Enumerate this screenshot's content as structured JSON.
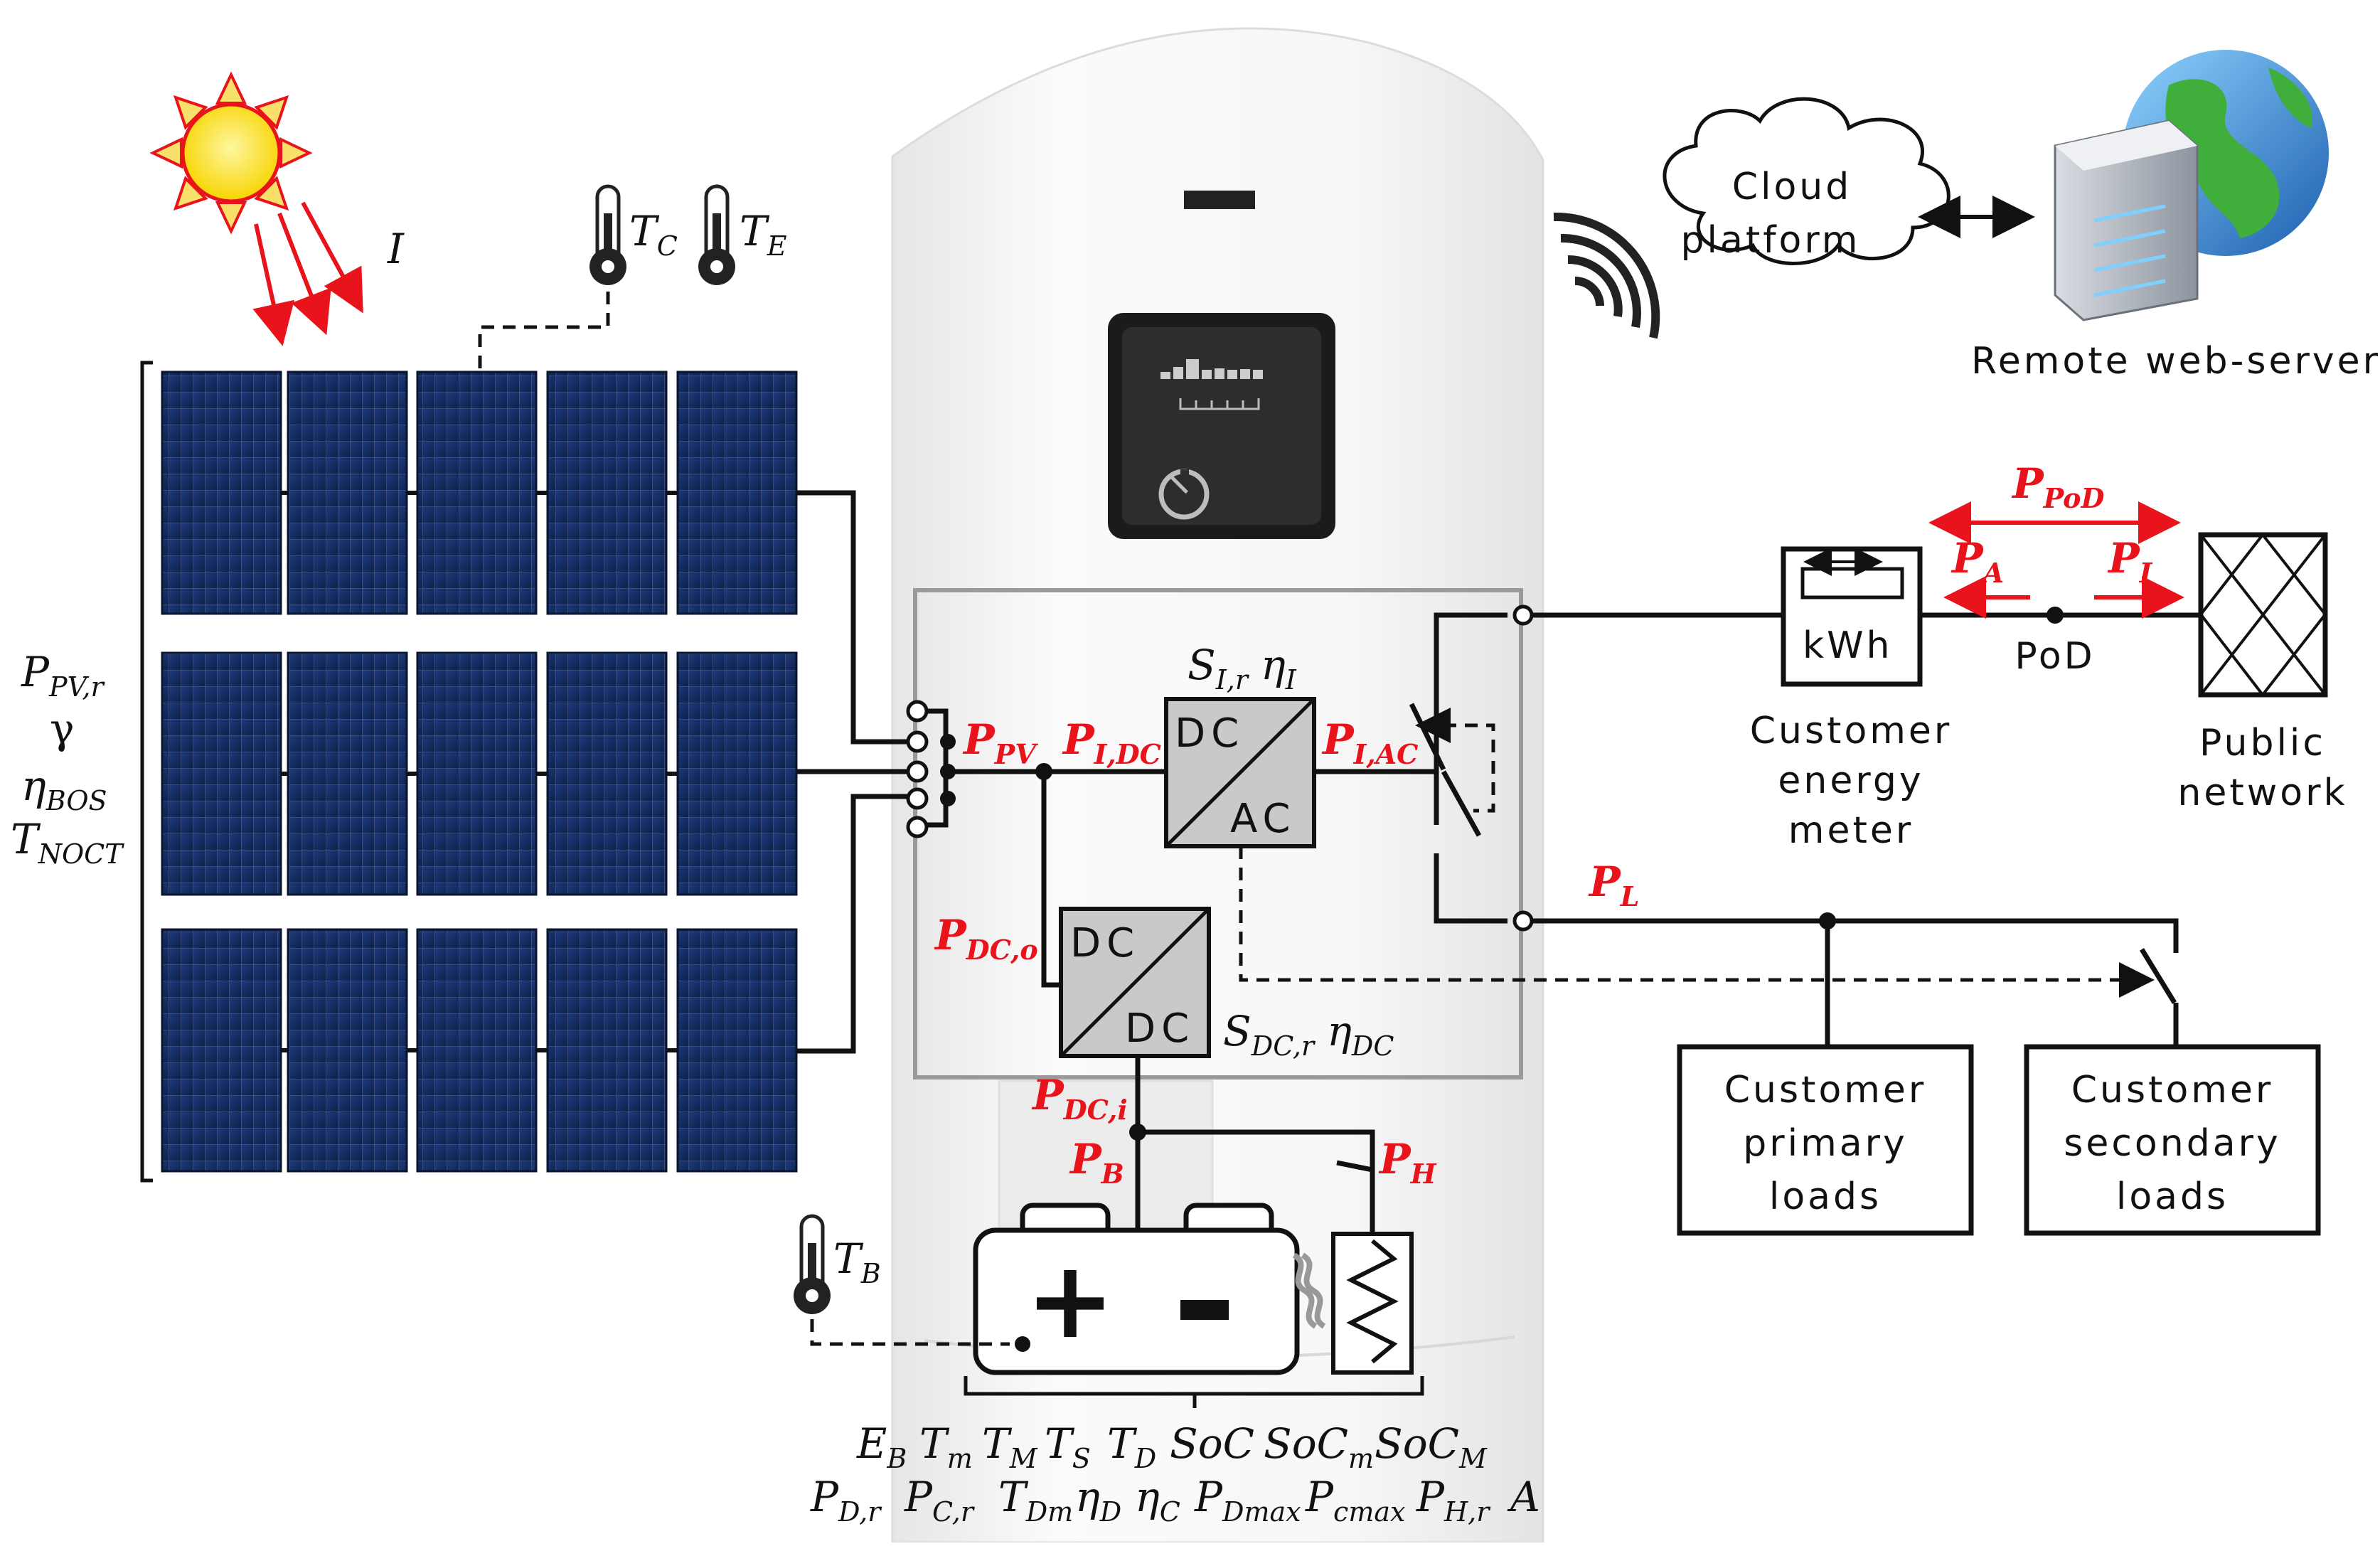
{
  "sun_label": "I",
  "temperatures": {
    "cell": "T",
    "cell_sub": "C",
    "env": "T",
    "env_sub": "E",
    "battery": "T",
    "battery_sub": "B"
  },
  "pv_params": {
    "p_rated": "P",
    "p_rated_sub": "PV,r",
    "gamma": "γ",
    "eta_bos": "η",
    "eta_bos_sub": "BOS",
    "t_noct": "T",
    "t_noct_sub": "NOCT"
  },
  "cloud": {
    "line1": "Cloud",
    "line2": "platform"
  },
  "server_label": "Remote web-server",
  "inverter": {
    "top": "DC",
    "bottom": "AC",
    "param1": "S",
    "param1_sub": "I,r",
    "param2": "η",
    "param2_sub": "I"
  },
  "dcdc": {
    "top": "DC",
    "bottom": "DC",
    "param1": "S",
    "param1_sub": "DC,r",
    "param2": "η",
    "param2_sub": "DC"
  },
  "power_labels": {
    "ppv": "P",
    "ppv_sub": "PV",
    "pidc": "P",
    "pidc_sub": "I,DC",
    "piac": "P",
    "piac_sub": "I,AC",
    "pdco": "P",
    "pdco_sub": "DC,o",
    "pdci": "P",
    "pdci_sub": "DC,i",
    "pb": "P",
    "pb_sub": "B",
    "ph": "P",
    "ph_sub": "H",
    "pl": "P",
    "pl_sub": "L",
    "ppod": "P",
    "ppod_sub": "PoD",
    "pa": "P",
    "pa_sub": "A",
    "pi": "P",
    "pi_sub": "I"
  },
  "meter": {
    "unit": "kWh",
    "label_line1": "Customer",
    "label_line2": "energy",
    "label_line3": "meter"
  },
  "pod_label": "PoD",
  "network": {
    "line1": "Public",
    "line2": "network"
  },
  "primary_loads": {
    "line1": "Customer",
    "line2": "primary",
    "line3": "loads"
  },
  "secondary_loads": {
    "line1": "Customer",
    "line2": "secondary",
    "line3": "loads"
  },
  "battery": {
    "plus": "+",
    "minus": "-"
  },
  "battery_params_row1": [
    {
      "s": "E",
      "sub": "B"
    },
    {
      "s": "T",
      "sub": "m"
    },
    {
      "s": "T",
      "sub": "M"
    },
    {
      "s": "T",
      "sub": "S"
    },
    {
      "s": "T",
      "sub": "D"
    },
    {
      "s": "SoC",
      "sub": ""
    },
    {
      "s": "SoC",
      "sub": "m"
    },
    {
      "s": "SoC",
      "sub": "M"
    }
  ],
  "battery_params_row2": [
    {
      "s": "P",
      "sub": "D,r"
    },
    {
      "s": "P",
      "sub": "C,r"
    },
    {
      "s": "T",
      "sub": "Dm"
    },
    {
      "s": "η",
      "sub": "D"
    },
    {
      "s": "η",
      "sub": "C"
    },
    {
      "s": "P",
      "sub": "Dmax"
    },
    {
      "s": "P",
      "sub": "cmax"
    },
    {
      "s": "P",
      "sub": "H,r"
    },
    {
      "s": "A",
      "sub": ""
    }
  ],
  "colors": {
    "accent_red": "#e8131b",
    "panel_blue": "#142a5c",
    "cabinet": "#f2f2f2"
  }
}
